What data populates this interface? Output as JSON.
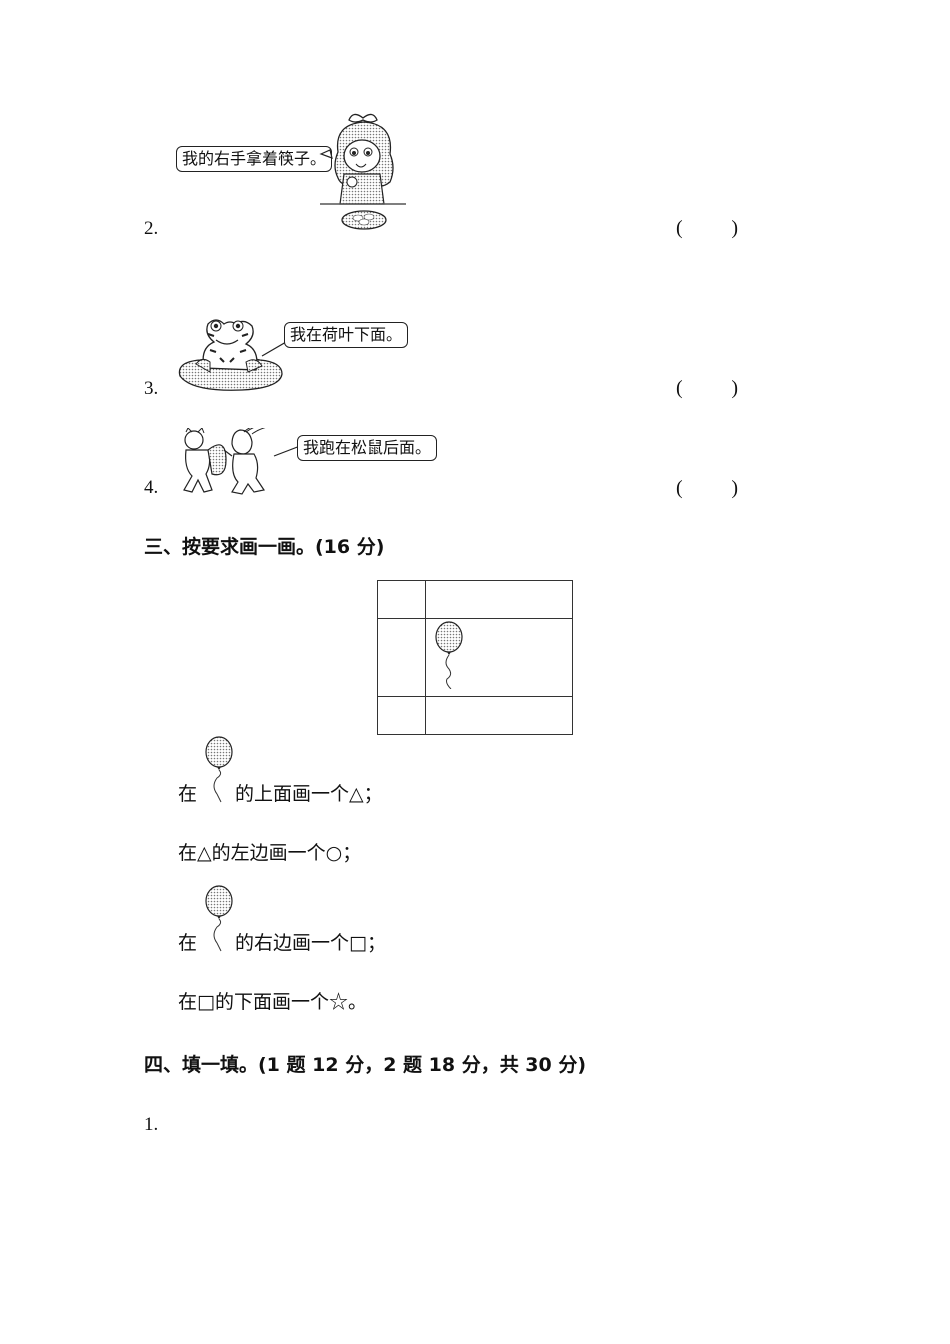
{
  "questions_section_2": [
    {
      "number": "2.",
      "speech": "我的右手拿着筷子。",
      "illustration": "girl-with-chopsticks-and-plate",
      "answer_blank": {
        "open": "(",
        "close": ")"
      }
    },
    {
      "number": "3.",
      "speech": "我在荷叶下面。",
      "illustration": "frog-on-lotus-leaf",
      "answer_blank": {
        "open": "(",
        "close": ")"
      }
    },
    {
      "number": "4.",
      "speech": "我跑在松鼠后面。",
      "illustration": "squirrel-and-rabbit-running",
      "answer_blank": {
        "open": "(",
        "close": ")"
      }
    }
  ],
  "section_3": {
    "heading": "三、按要求画一画。(16 分)",
    "grid": {
      "rows": 3,
      "cols": 2,
      "balloon_cell": "row 2, col 2"
    },
    "instructions": [
      {
        "prefix": "在",
        "has_balloon_icon": true,
        "suffix": "的上面画一个△；"
      },
      {
        "prefix": "",
        "has_balloon_icon": false,
        "suffix": "在△的左边画一个○；"
      },
      {
        "prefix": "在",
        "has_balloon_icon": true,
        "suffix": "的右边画一个□；"
      },
      {
        "prefix": "",
        "has_balloon_icon": false,
        "suffix": "在□的下面画一个☆。"
      }
    ]
  },
  "section_4": {
    "heading": "四、填一填。(1 题 12 分，2 题 18 分，共 30 分)",
    "first_item": "1."
  }
}
